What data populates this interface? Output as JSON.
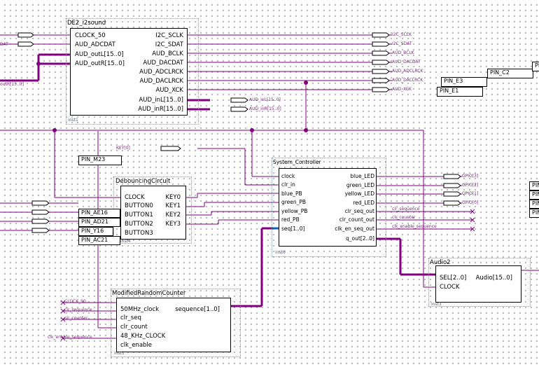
{
  "blocks": {
    "i2s": {
      "title": "DE2_i2sound",
      "inst": "inst1",
      "inputs": [
        "CLOCK_50",
        "AUD_ADCDAT",
        "AUD_outL[15..0]",
        "AUD_outR[15..0]"
      ],
      "outputs": [
        "I2C_SCLK",
        "I2C_SDAT",
        "AUD_BCLK",
        "AUD_DACDAT",
        "AUD_ADCLRCK",
        "AUD_DACLRCK",
        "AUD_XCK",
        "AUD_inL[15..0]",
        "AUD_inR[15..0]"
      ]
    },
    "debounce": {
      "title": "DebouncingCircuit",
      "inst": "inst4",
      "inputs": [
        "CLOCK",
        "BUTTON0",
        "BUTTON1",
        "BUTTON2",
        "BUTTON3"
      ],
      "outputs": [
        "KEY0",
        "KEY1",
        "KEY2",
        "KEY3"
      ]
    },
    "sysctl": {
      "title": "System_Controller",
      "inst": "inst6",
      "inputs": [
        "clock",
        "clr_in",
        "blue_PB",
        "green_PB",
        "yellow_PB",
        "red_PB",
        "seq[1..0]"
      ],
      "outputs": [
        "blue_LED",
        "green_LED",
        "yellow_LED",
        "red_LED",
        "clr_seq_out",
        "clr_count_out",
        "clk_en_seq_out",
        "q_out[2..0]"
      ]
    },
    "rand": {
      "title": "ModifiedRandomCounter",
      "inst": "inst1",
      "inputs": [
        "50MHz_clock",
        "clr_seq",
        "clr_count",
        "48_KHz_CLOCK",
        "clk_enable"
      ],
      "outputs": [
        "sequence[1..0]"
      ]
    },
    "audio": {
      "title": "Audio2",
      "inst": "inst3",
      "inputs": [
        "SEL[2..0]",
        "CLOCK"
      ],
      "outputs": [
        "Audio[15..0]"
      ]
    }
  },
  "pin_assignments": [
    "PIN_M23",
    "PIN_AE16",
    "PIN_AD21",
    "PIN_Y16",
    "PIN_AC21",
    "PIN_E3",
    "PIN_E1",
    "PIN_C2",
    "PIN_"
  ],
  "output_ports": [
    "I2C_SCLK",
    "I2C_SDAT",
    "AUD_BCLK",
    "AUD_DACDAT",
    "AUD_ADCLRCK",
    "AUD_DACLRCK",
    "AUD_XCK"
  ],
  "inout_ports": [
    "AUD_inL[15..0]",
    "AUD_inR[15..0]"
  ],
  "gpio_ports": [
    "GPIO[3]",
    "GPIO[2]",
    "GPIO[1]",
    "GPIO[0]"
  ],
  "net_labels": {
    "key0": "KEY[0]",
    "clock90": "CLOCK_90",
    "clr_sequence": "clr_sequence",
    "clr_counter": "clr_counter",
    "clk_enable_sequence": "clk_enable_sequence",
    "left_cut": "outR[15..0]",
    "left_dat": "DAT"
  },
  "colors": {
    "wire": "#800080",
    "bus": "#800080",
    "port_pin": "#1060c0",
    "grid_dot": "#7a7a7a"
  }
}
